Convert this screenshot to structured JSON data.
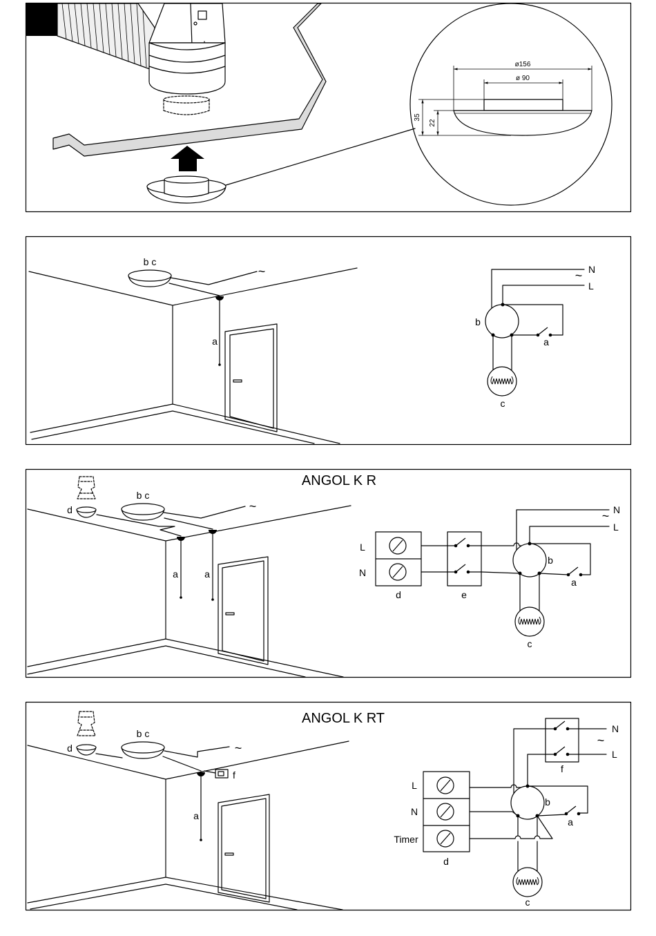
{
  "installation": {
    "dim_outer_diameter": "ø156",
    "dim_inner_diameter": "ø 90",
    "dim_total_height": "35",
    "dim_dome_height": "22"
  },
  "standard": {
    "room": {
      "fixture": "b c",
      "mains": "~",
      "switch": "a"
    },
    "wiring": {
      "neutral": "N",
      "mains": "~",
      "live": "L",
      "fan": "b",
      "switch": "a",
      "lamp": "c"
    }
  },
  "kr": {
    "title": "ANGOL K R",
    "room": {
      "sensor": "d",
      "fixture": "b c",
      "mains": "~",
      "switch_left": "a",
      "switch_right": "a"
    },
    "wiring": {
      "sensor_live": "L",
      "sensor_neutral": "N",
      "sensor": "d",
      "relay": "e",
      "fan": "b",
      "switch": "a",
      "lamp": "c",
      "neutral": "N",
      "mains": "~",
      "live": "L"
    }
  },
  "krt": {
    "title": "ANGOL K RT",
    "room": {
      "sensor": "d",
      "fixture": "b c",
      "mains": "~",
      "timer_switch": "f",
      "switch": "a"
    },
    "wiring": {
      "neutral": "N",
      "mains": "~",
      "live": "L",
      "timer_switch": "f",
      "sensor_live": "L",
      "sensor_neutral": "N",
      "sensor_timer": "Timer",
      "sensor": "d",
      "fan": "b",
      "switch": "a",
      "lamp": "c"
    }
  }
}
